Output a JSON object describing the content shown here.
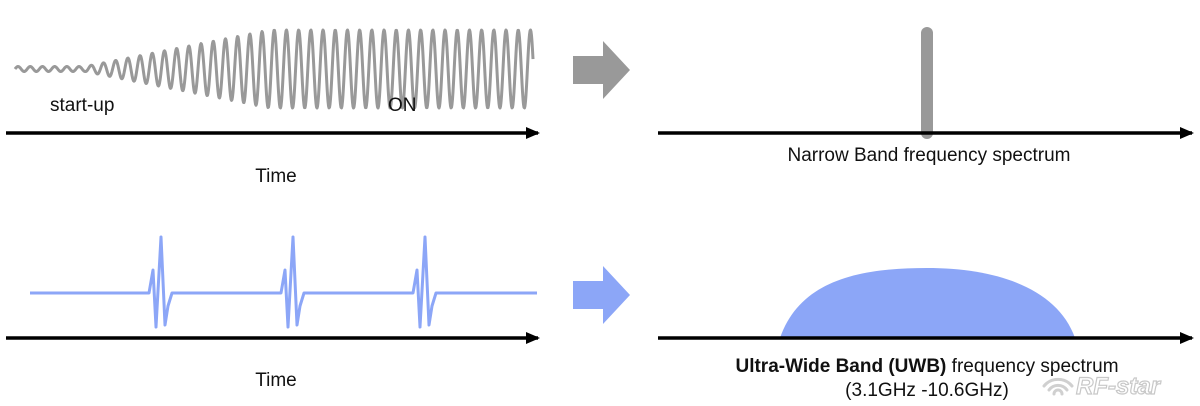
{
  "colors": {
    "carrier": "#999999",
    "uwb": "#8ca6f7",
    "axis": "#000000",
    "text": "#111111"
  },
  "narrowband": {
    "startup_label": "start-up",
    "on_label": "ON",
    "time_label": "Time",
    "spectrum_label": "Narrow Band frequency spectrum"
  },
  "uwb": {
    "time_label": "Time",
    "spectrum_label_bold": "Ultra-Wide Band (UWB)",
    "spectrum_label_rest": " frequency spectrum",
    "range_label": "(3.1GHz -10.6GHz)"
  },
  "watermark": {
    "brand": "RF-star",
    "icon": "wifi-signal-icon"
  }
}
